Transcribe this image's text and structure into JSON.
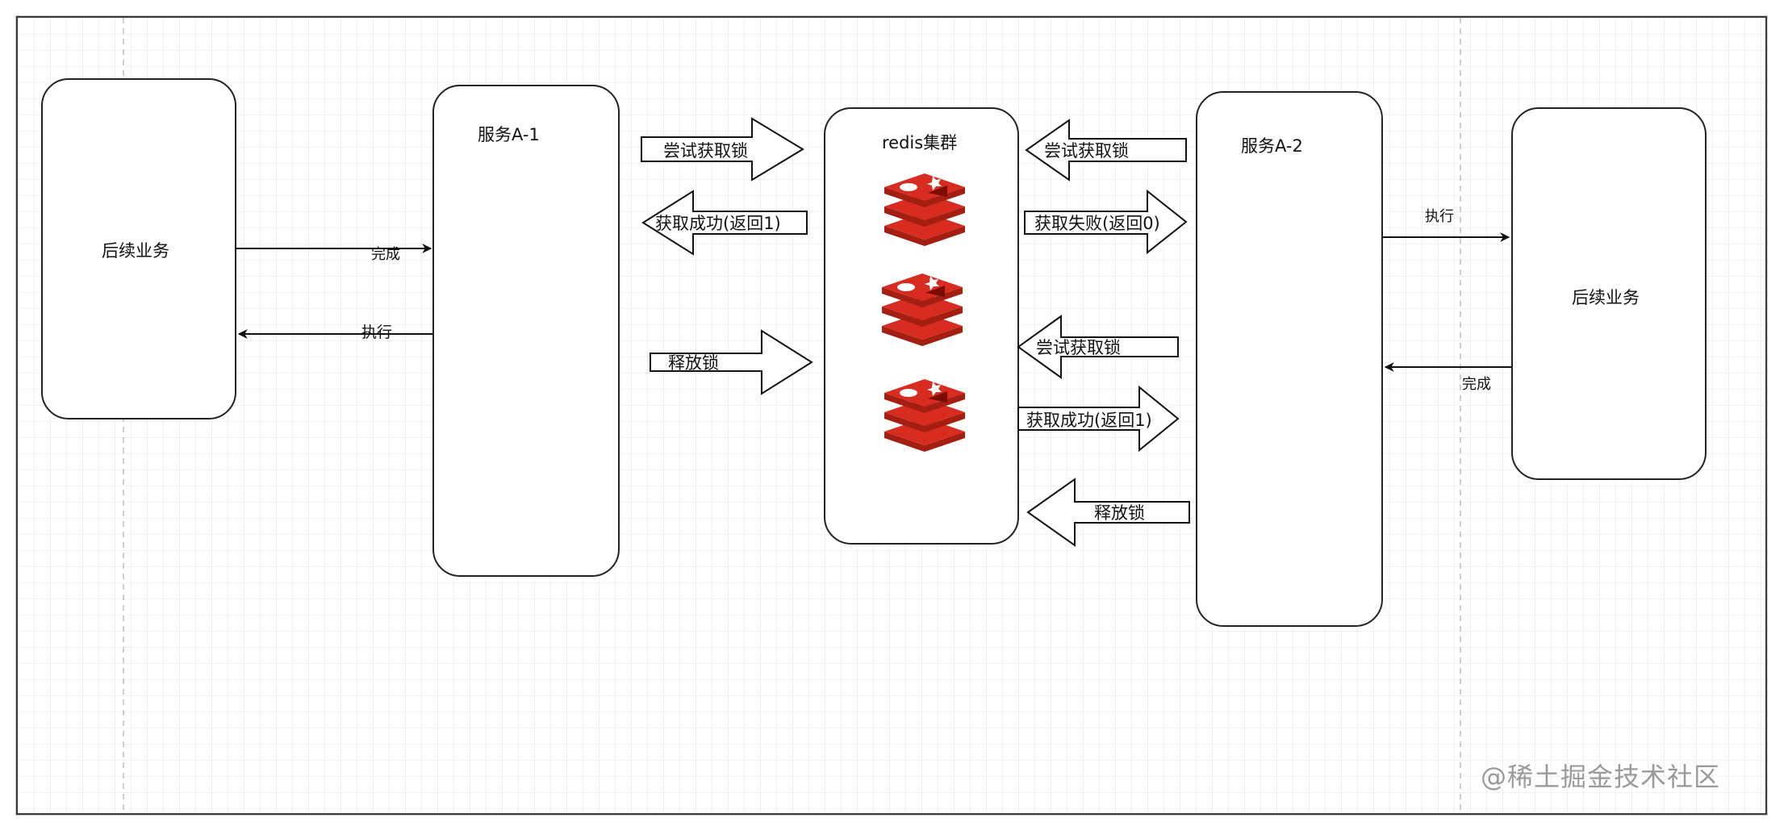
{
  "diagram": {
    "boxes": {
      "follow_left": "后续业务",
      "service_a1": "服务A-1",
      "redis": "redis集群",
      "service_a2": "服务A-2",
      "follow_right": "后续业务"
    },
    "left_links": {
      "done": "完成",
      "execute": "执行"
    },
    "right_links": {
      "execute": "执行",
      "done": "完成"
    },
    "a1_arrows": {
      "try_lock": "尝试获取锁",
      "lock_success": "获取成功(返回1)",
      "release": "释放锁"
    },
    "a2_arrows": {
      "try_lock_1": "尝试获取锁",
      "lock_fail": "获取失败(返回0)",
      "try_lock_2": "尝试获取锁",
      "lock_success": "获取成功(返回1)",
      "release": "释放锁"
    },
    "icon_names": [
      "redis-icon",
      "redis-icon",
      "redis-icon"
    ],
    "colors": {
      "redis_red": "#c6302b",
      "redis_dark": "#a41e11",
      "stroke": "#222222"
    }
  },
  "watermark": "@稀土掘金技术社区"
}
